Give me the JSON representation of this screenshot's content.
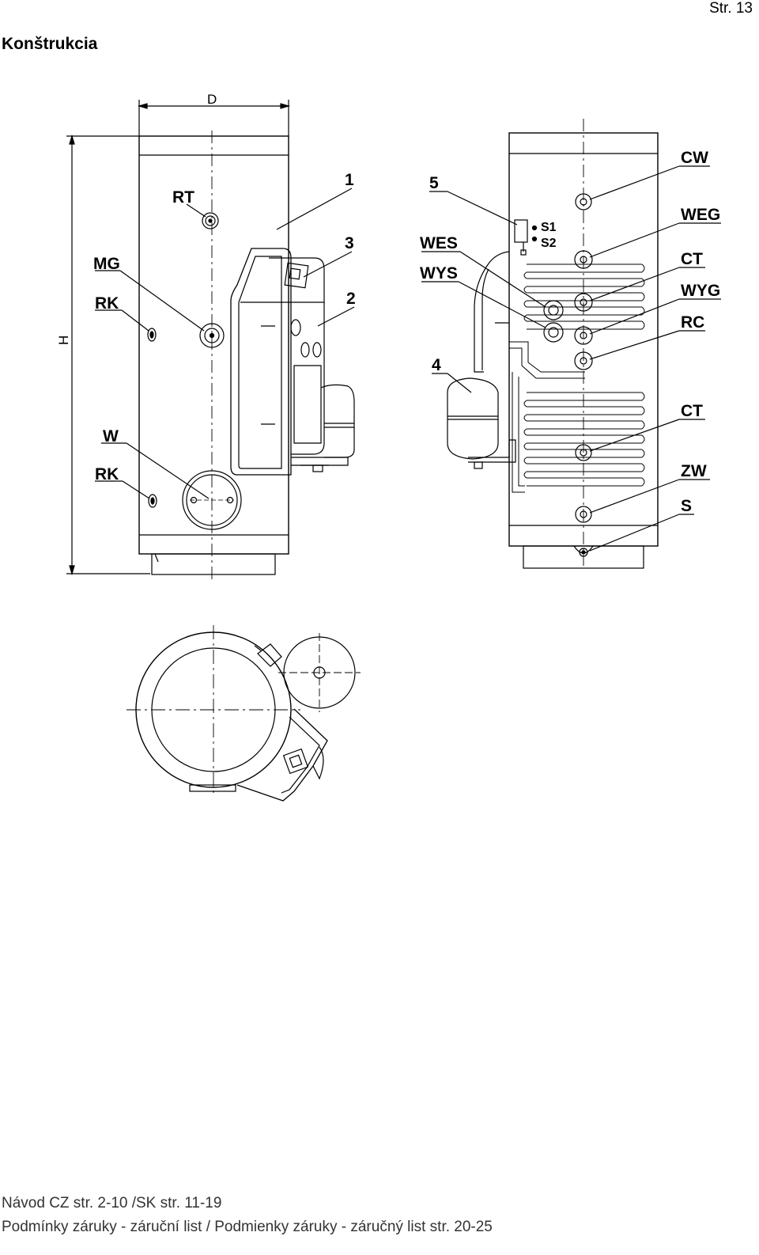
{
  "header": {
    "page_number": "Str. 13"
  },
  "section_title": "Konštrukcia",
  "dimensions": {
    "depth": "D",
    "height": "H"
  },
  "left_view_labels": {
    "rt": "RT",
    "mg": "MG",
    "rk_upper": "RK",
    "w": "W",
    "rk_lower": "RK",
    "n1": "1",
    "n2": "2",
    "n3": "3"
  },
  "right_view_labels": {
    "n5": "5",
    "wes": "WES",
    "wys": "WYS",
    "n4": "4",
    "s1": "S1",
    "s2": "S2",
    "cw": "CW",
    "weg": "WEG",
    "ct_upper": "CT",
    "wyg": "WYG",
    "rc": "RC",
    "ct_lower": "CT",
    "zw": "ZW",
    "s": "S"
  },
  "footer": {
    "line1": "Návod CZ str. 2-10 /SK str. 11-19",
    "line2": "Podmínky záruky - záruční list / Podmienky záruky - záručný list str. 20-25"
  }
}
